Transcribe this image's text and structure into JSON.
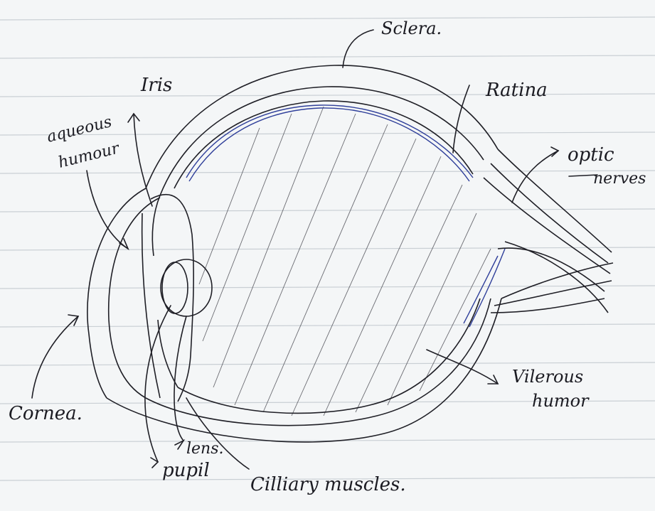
{
  "diagram": {
    "labels": {
      "sclera": "Sclera.",
      "retina": "Ratina",
      "iris": "Iris",
      "aqueous_line1": "aqueous",
      "aqueous_line2": "humour",
      "optic_line1": "optic",
      "optic_line2": "nerves",
      "cornea": "Cornea.",
      "vitreous_line1": "Vilerous",
      "vitreous_line2": "humor",
      "lens": "lens.",
      "pupil": "pupil",
      "ciliary": "Cilliary muscles."
    },
    "colors": {
      "paper": "#f4f6f7",
      "rule_line": "#c9cfd4",
      "pencil_ink": "#1f1f26",
      "blue_ink": "#2f3f9a"
    }
  }
}
